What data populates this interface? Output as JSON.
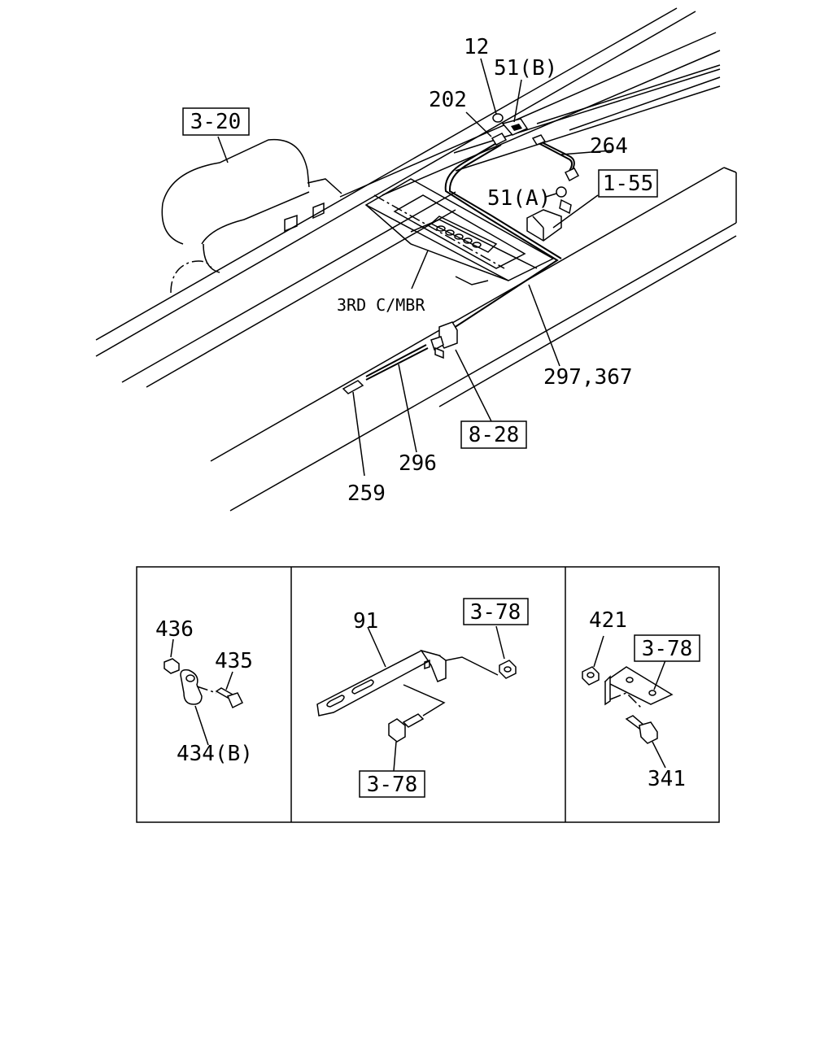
{
  "callouts": {
    "c12": "12",
    "c51b": "51(B)",
    "c202": "202",
    "c264": "264",
    "c51a": "51(A)",
    "c297": "297,367",
    "c296": "296",
    "c259": "259",
    "c436": "436",
    "c435": "435",
    "c434b": "434(B)",
    "c91": "91",
    "c421": "421",
    "c341": "341"
  },
  "refs": {
    "r3_20": "3-20",
    "r1_55": "1-55",
    "r8_28": "8-28",
    "r3_78a": "3-78",
    "r3_78b": "3-78",
    "r3_78c": "3-78"
  },
  "notes": {
    "third_member": "3RD C/MBR"
  }
}
